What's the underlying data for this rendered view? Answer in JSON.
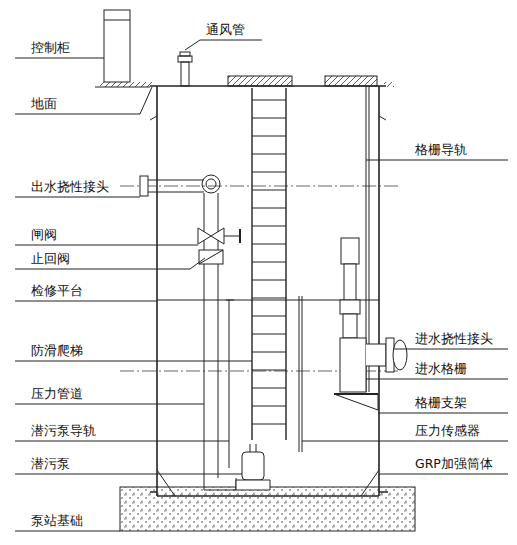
{
  "diagram": {
    "labels": [
      "控制柜",
      "通风管",
      "地面",
      "出水挠性接头",
      "闸阀",
      "止回阀",
      "检修平台",
      "防滑爬梯",
      "压力管道",
      "潜污泵导轨",
      "潜污泵",
      "泵站基础",
      "格栅导轨",
      "进水挠性接头",
      "进水格栅",
      "格栅支架",
      "压力传感器",
      "GRP加强筒体"
    ]
  }
}
